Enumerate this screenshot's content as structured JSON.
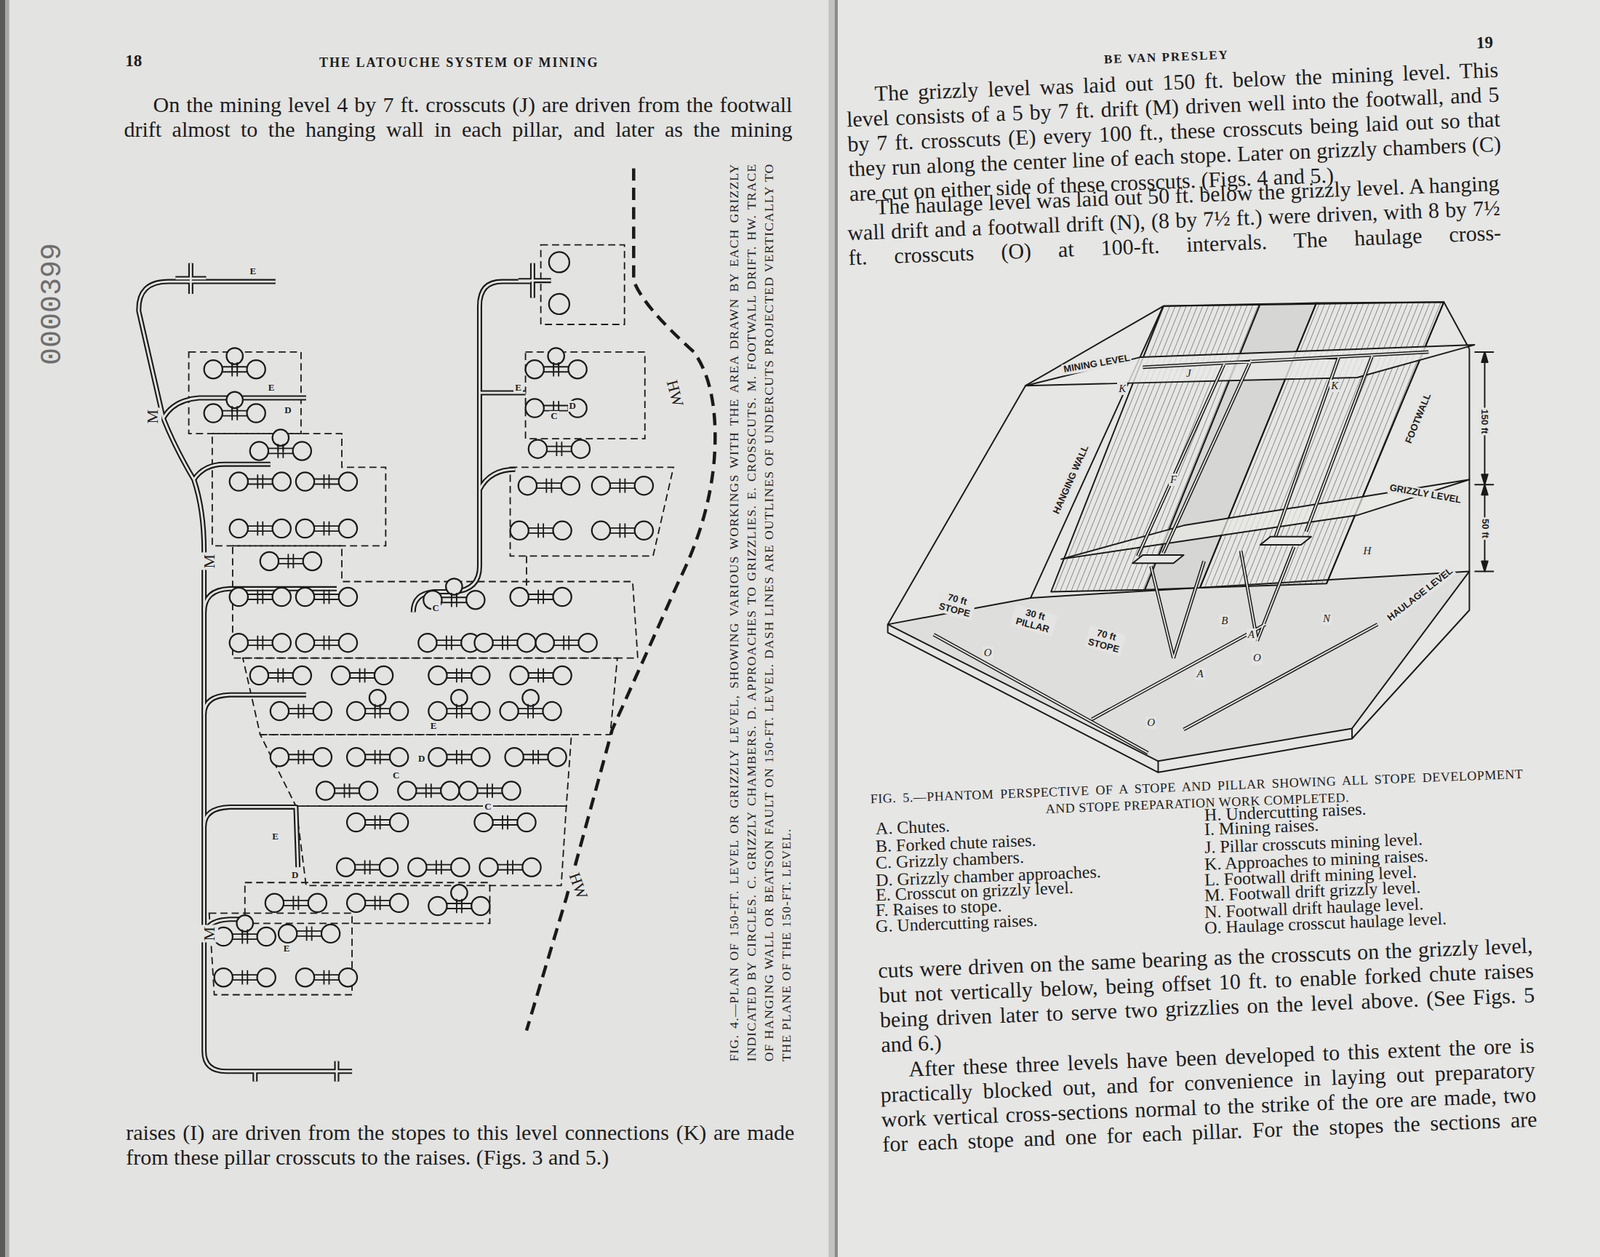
{
  "diagram": {
    "labels": [
      "18",
      "THE LATOUCHE SYSTEM OF MINING",
      "On the mining level 4 by 7 ft. crosscuts (J) are driven from the footwall drift almost to the hanging wall in each pillar, and later as the mining",
      "0000399",
      "FIG. 4.—PLAN OF 150-FT. LEVEL OR GRIZZLY LEVEL, SHOWING VARIOUS WORKINGS WITH THE AREA DRAWN BY EACH GRIZZLY INDICATED BY CIRCLES. C. GRIZZLY CHAMBERS. D. APPROACHES TO GRIZZLIES. E. CROSSCUTS. M. FOOTWALL DRIFT. HW. TRACE OF HANGING WALL OR BEATSON FAULT ON 150-FT. LEVEL. DASH LINES ARE OUTLINES OF UNDERCUTS PROJECTED VERTICALLY TO THE PLANE OF THE 150-FT. LEVEL.",
      "raises (I) are driven from the stopes to this level connections (K) are made from these pillar crosscuts to the raises. (Figs. 3 and 5.)",
      "M",
      "M",
      "M",
      "HW",
      "HW",
      "E",
      "E",
      "E",
      "E",
      "E",
      "E",
      "D",
      "C",
      "D",
      "C",
      "D",
      "C",
      "C",
      "D",
      "BE VAN PRESLEY",
      "19",
      "The grizzly level was laid out 150 ft. below the mining level. This level consists of a 5 by 7 ft. drift (M) driven well into the footwall, and 5 by 7 ft. crosscuts (E) every 100 ft., these crosscuts being laid out so that they run along the center line of each stope. Later on grizzly chambers (C) are cut on either side of these crosscuts. (Figs. 4 and 5.)",
      "The haulage level was laid out 50 ft. below the grizzly level. A hanging wall drift and a footwall drift (N), (8 by 7½ ft.) were driven, with 8 by 7½ ft. crosscuts (O) at 100-ft. intervals. The haulage cross-",
      "MINING LEVEL",
      "HANGING WALL",
      "FOOTWALL",
      "GRIZZLY LEVEL",
      "HAULAGE LEVEL",
      "150 ft",
      "50 ft",
      "70 ft STOPE",
      "30 ft PILLAR",
      "70 ft STOPE",
      "J",
      "K",
      "K",
      "F",
      "H",
      "B",
      "A",
      "A",
      "O",
      "O",
      "O",
      "N",
      "FIG. 5.—PHANTOM PERSPECTIVE OF A STOPE AND PILLAR SHOWING ALL STOPE DEVELOPMENT AND STOPE PREPARATION WORK COMPLETED.",
      "A. Chutes.",
      "B. Forked chute raises.",
      "C. Grizzly chambers.",
      "D. Grizzly chamber approaches.",
      "E. Crosscut on grizzly level.",
      "F. Raises to stope.",
      "G. Undercutting raises.",
      "H. Undercutting raises.",
      "I. Mining raises.",
      "J. Pillar crosscuts mining level.",
      "K. Approaches to mining raises.",
      "L. Footwall drift mining level.",
      "M. Footwall drift grizzly level.",
      "N. Footwall drift haulage level.",
      "O. Haulage crosscut haulage level.",
      "cuts were driven on the same bearing as the crosscuts on the grizzly level, but not vertically below, being offset 10 ft. to enable forked chute raises being driven later to serve two grizzlies on the level above. (See Figs. 5 and 6.)",
      "After these three levels have been developed to this extent the ore is practically blocked out, and for convenience in laying out preparatory work vertical cross-sections normal to the strike of the ore are made, two for each stope and one for each pillar. For the stopes the sections are"
    ]
  }
}
